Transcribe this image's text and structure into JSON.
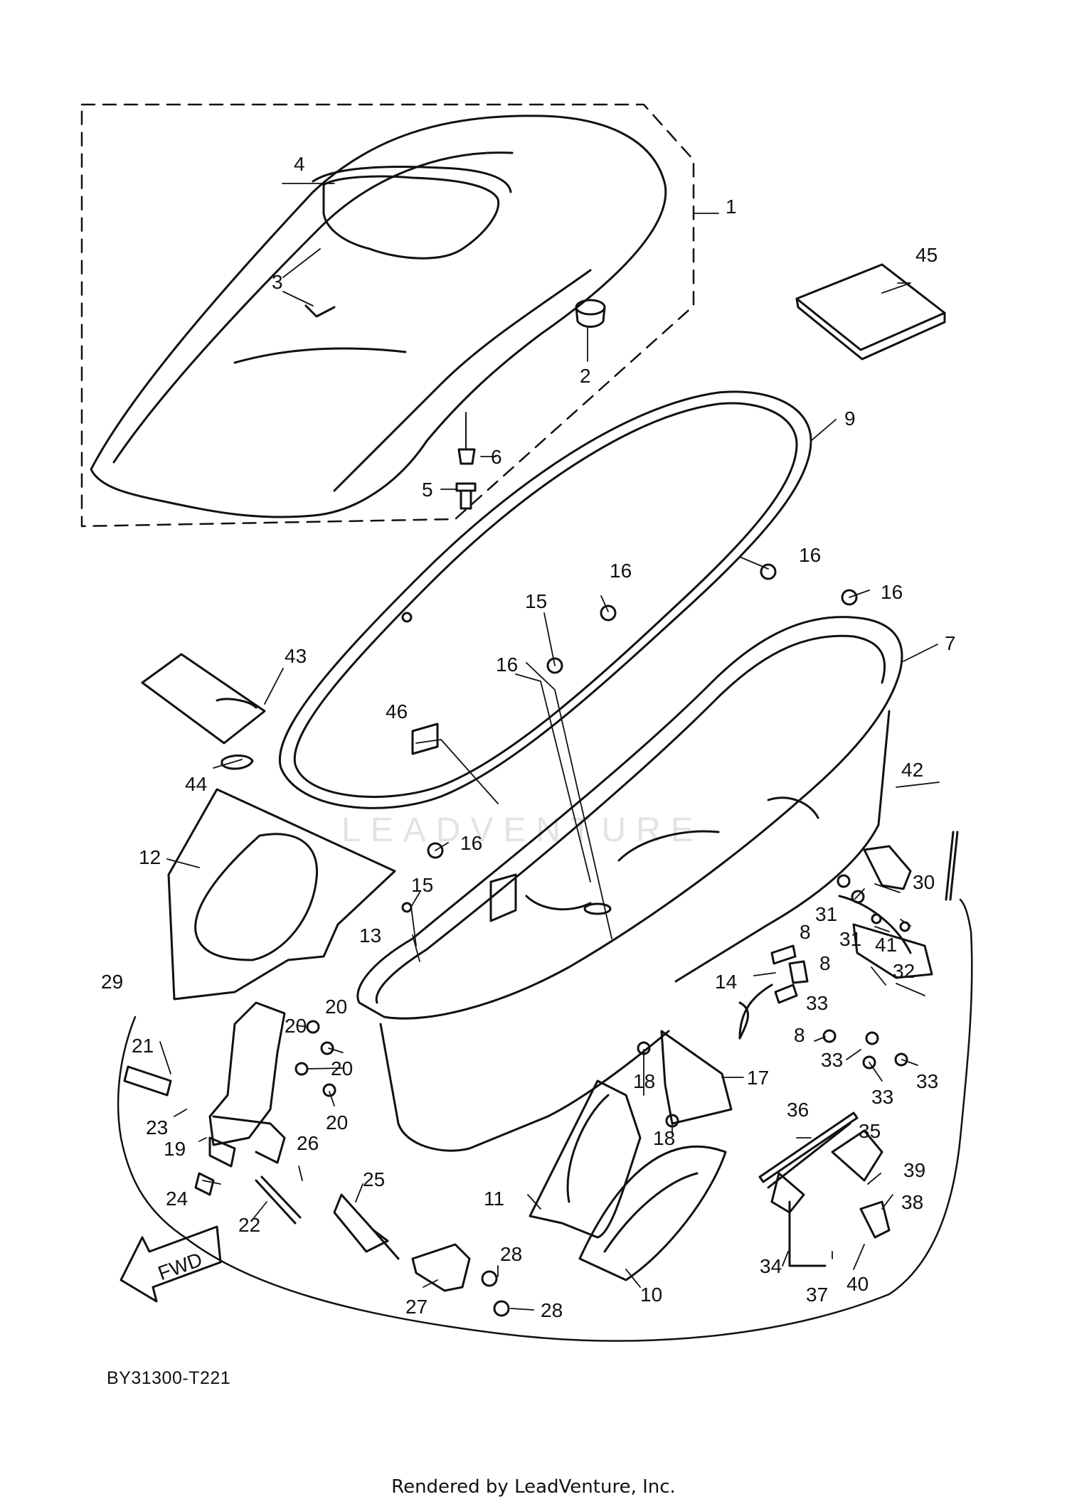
{
  "diagram": {
    "watermark": "LEADVENTURE",
    "fwd_label": "FWD",
    "diagram_code": "BY31300-T221",
    "rendered_by": "Rendered by LeadVenture, Inc.",
    "callouts": [
      "1",
      "2",
      "3",
      "4",
      "5",
      "6",
      "7",
      "8",
      "8",
      "8",
      "9",
      "10",
      "11",
      "12",
      "13",
      "14",
      "15",
      "15",
      "16",
      "16",
      "16",
      "16",
      "16",
      "17",
      "18",
      "18",
      "19",
      "20",
      "20",
      "20",
      "20",
      "21",
      "22",
      "23",
      "24",
      "25",
      "26",
      "27",
      "28",
      "28",
      "29",
      "30",
      "31",
      "31",
      "32",
      "33",
      "33",
      "33",
      "33",
      "34",
      "35",
      "36",
      "37",
      "38",
      "39",
      "40",
      "41",
      "42",
      "43",
      "44",
      "45",
      "46"
    ]
  }
}
